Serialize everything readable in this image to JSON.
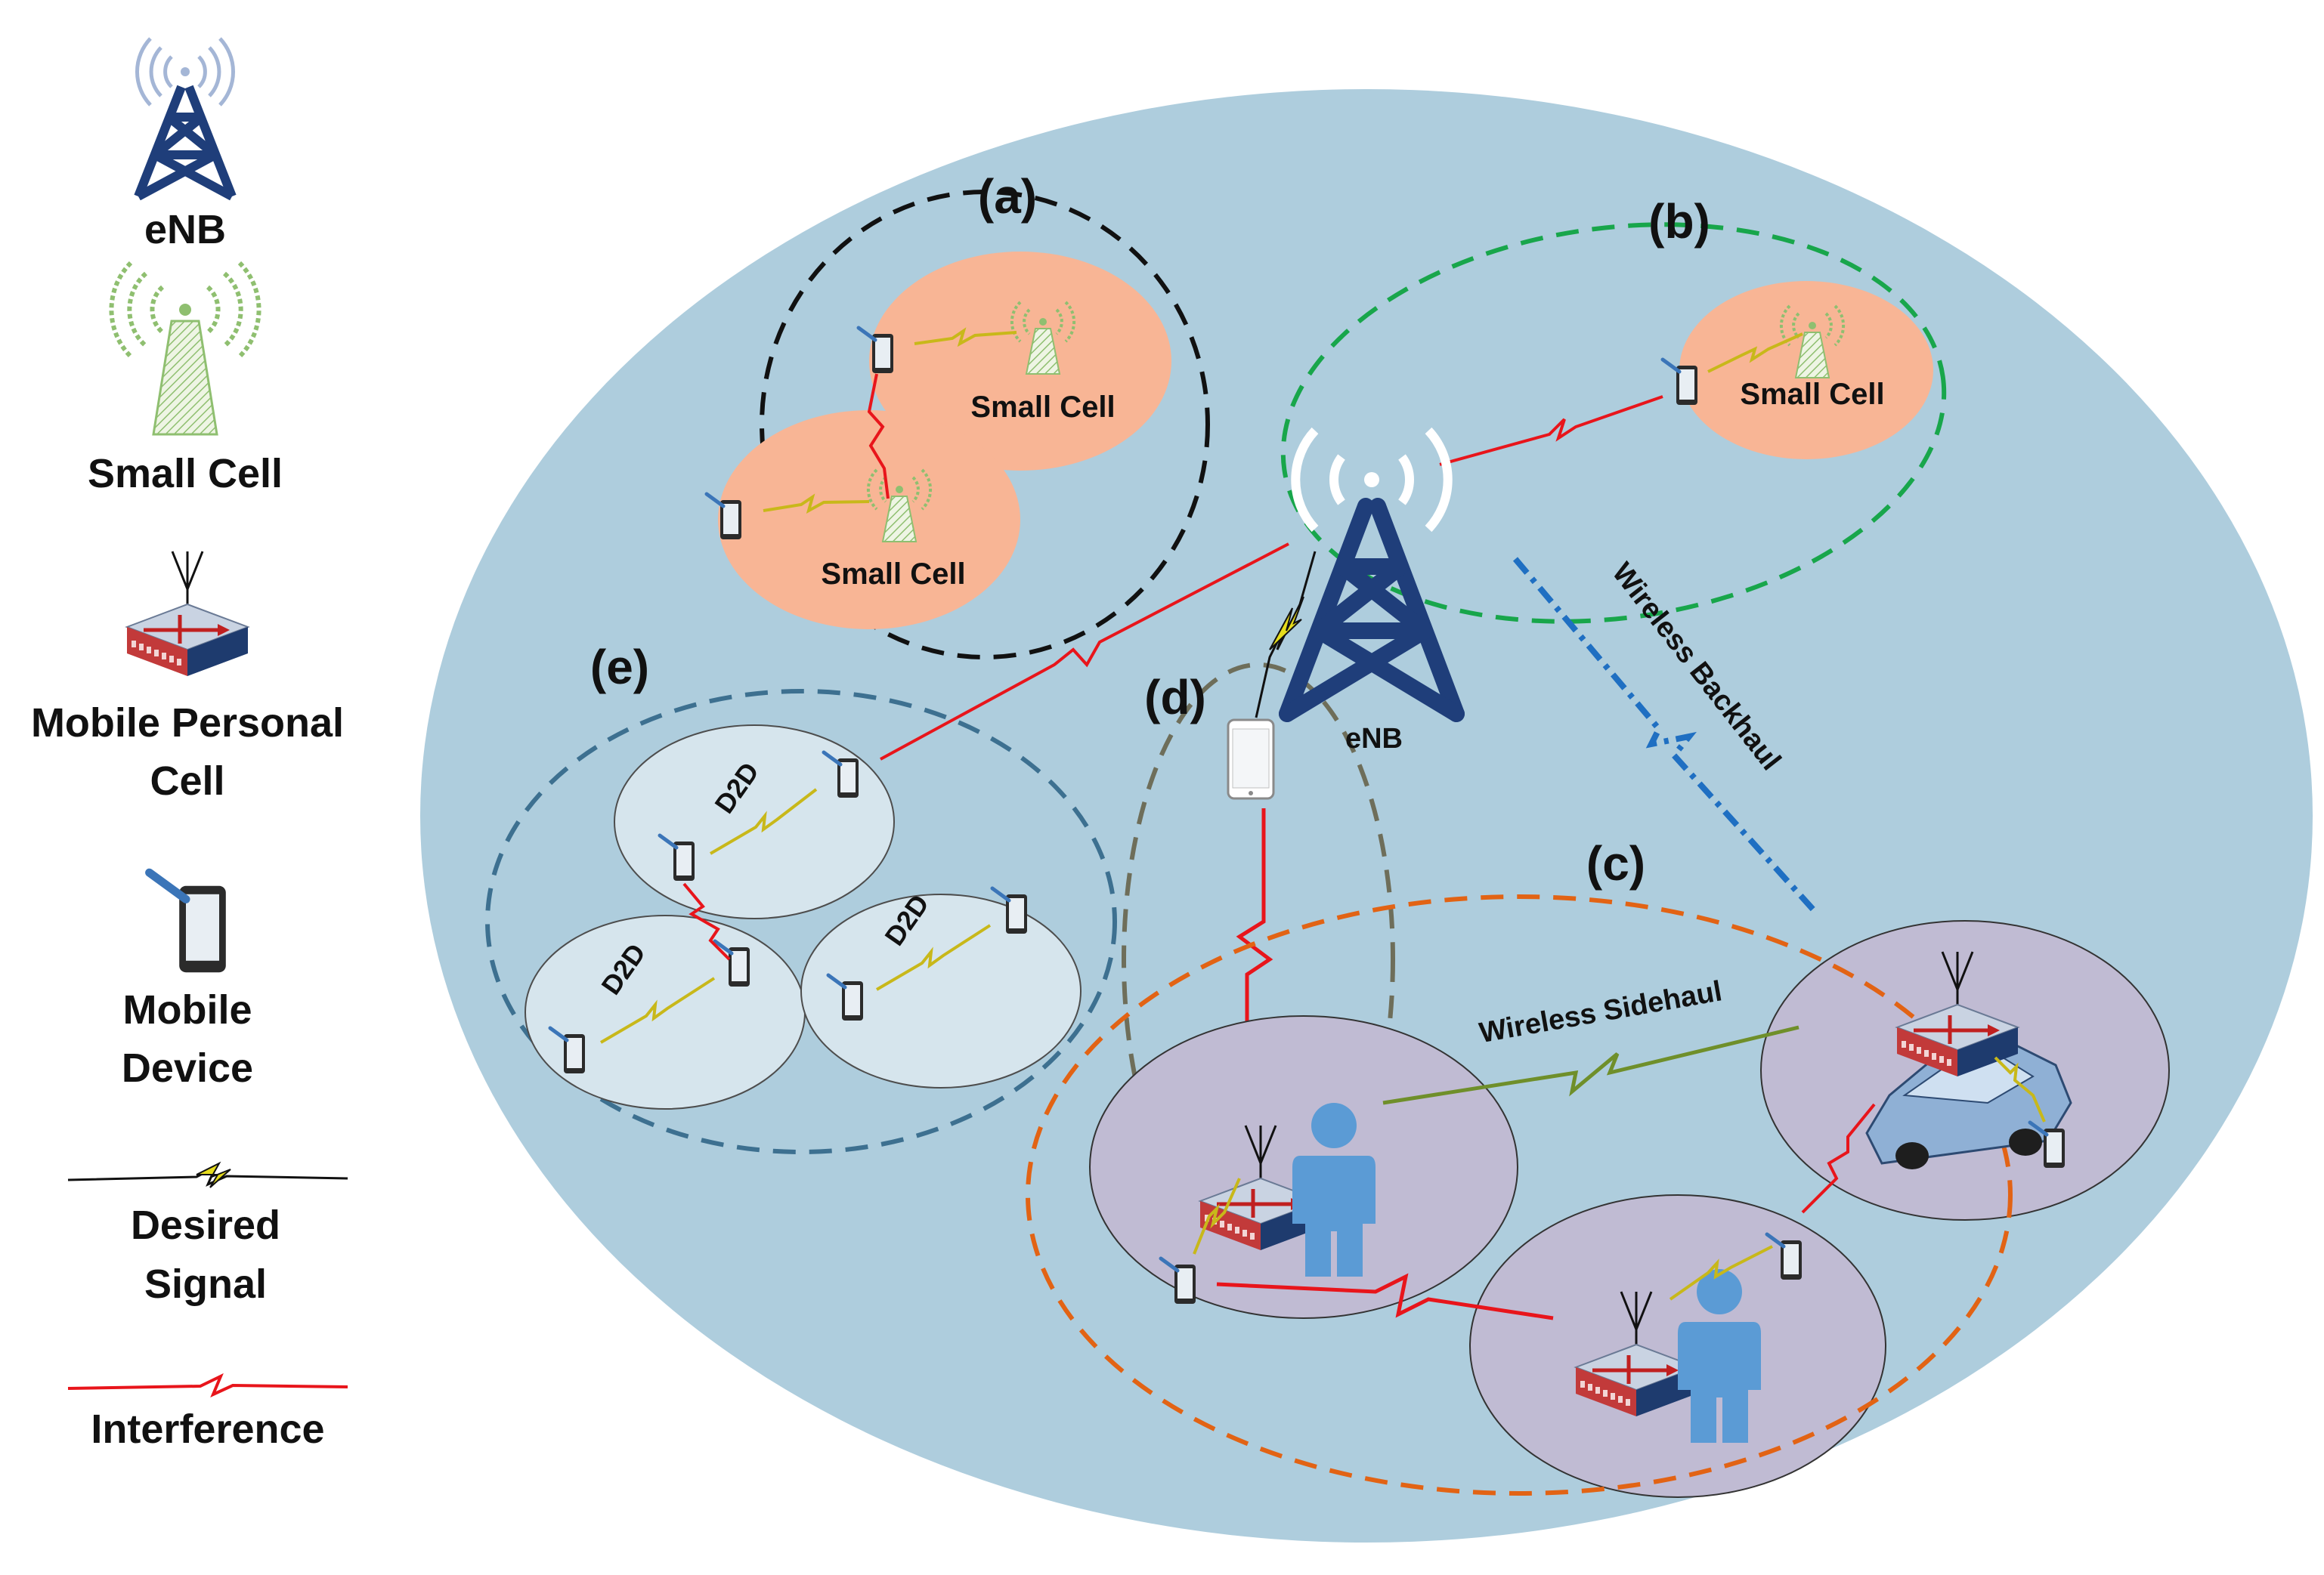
{
  "legend": {
    "enb": "eNB",
    "small_cell": "Small Cell",
    "mpc_line1": "Mobile Personal",
    "mpc_line2": "Cell",
    "device_line1": "Mobile",
    "device_line2": "Device",
    "desired_line1": "Desired",
    "desired_line2": "Signal",
    "interference": "Interference"
  },
  "diagram": {
    "group_a": "(a)",
    "group_b": "(b)",
    "group_c": "(c)",
    "group_d": "(d)",
    "group_e": "(e)",
    "small_cell_a1": "Small Cell",
    "small_cell_a2": "Small Cell",
    "small_cell_b": "Small Cell",
    "enb": "eNB",
    "wireless_backhaul": "Wireless Backhaul",
    "wireless_sidehaul": "Wireless Sidehaul",
    "d2d_1": "D2D",
    "d2d_2": "D2D",
    "d2d_3": "D2D"
  },
  "colors": {
    "macro_cell": "#aecddd",
    "small_cell": "#f8b595",
    "d2d_cell": "#d6e5ed",
    "mpc_cell": "#c0bbd3",
    "tower": "#1f3e7a",
    "interference": "#e8151b",
    "desired": "#e6dc1c",
    "backhaul": "#1f6fc2",
    "sidehaul": "#6f8f2a",
    "group_a_border": "#111111",
    "group_b_border": "#18a64b",
    "group_c_border": "#e26314",
    "group_d_border": "#6e6e5a",
    "group_e_border": "#3d7090",
    "person": "#5b9bd5"
  }
}
